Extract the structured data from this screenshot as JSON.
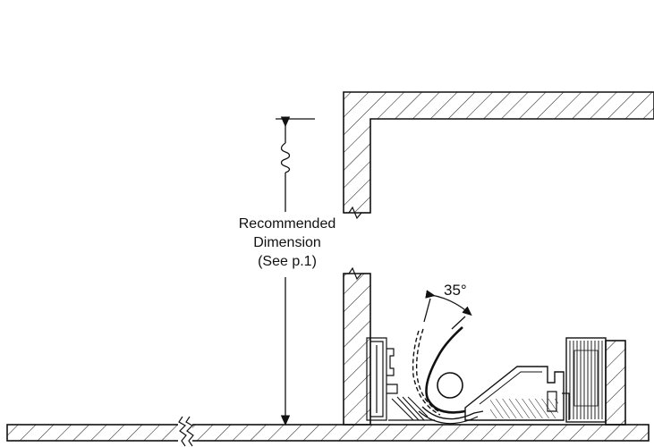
{
  "dimension_label": {
    "line1": "Recommended",
    "line2": "Dimension",
    "line3": "(See p.1)"
  },
  "angle_label": "35°"
}
